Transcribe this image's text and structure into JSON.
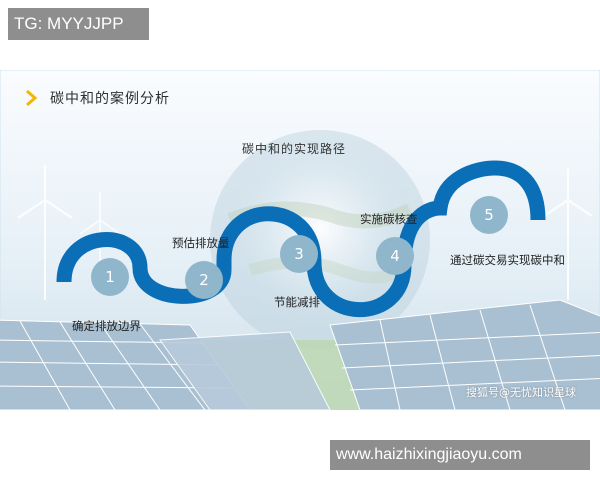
{
  "overlay_top": "TG: MYYJJPP",
  "overlay_bottom": "www.haizhixingjiaoyu.com",
  "slide": {
    "title": "碳中和的案例分析",
    "path_title": "碳中和的实现路径",
    "steps": [
      {
        "number": "1",
        "label": "确定排放边界"
      },
      {
        "number": "2",
        "label": "预估排放量"
      },
      {
        "number": "3",
        "label": "节能减排"
      },
      {
        "number": "4",
        "label": "实施碳核查"
      },
      {
        "number": "5",
        "label": "通过碳交易实现碳中和"
      }
    ],
    "watermark": "搜狐号@无忧知识星球"
  },
  "colors": {
    "wave": "#0b6fb8",
    "chevron": "#f2b705",
    "step_circle": "#8fb6cb",
    "overlay_bg": "#8e8e8e"
  }
}
